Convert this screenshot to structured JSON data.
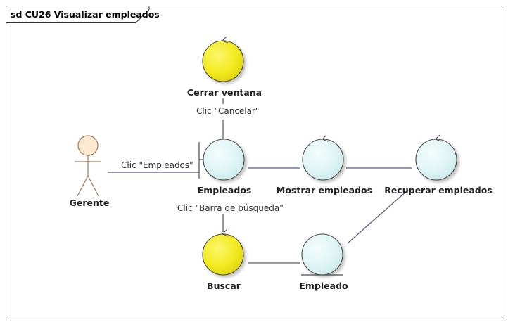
{
  "frame": {
    "title": "sd CU26 Visualizar empleados"
  },
  "actor": {
    "name": "Gerente"
  },
  "nodes": {
    "cerrar": {
      "label": "Cerrar ventana",
      "kind": "control"
    },
    "empleados": {
      "label": "Empleados",
      "kind": "boundary"
    },
    "mostrar": {
      "label": "Mostrar empleados",
      "kind": "control"
    },
    "recuperar": {
      "label": "Recuperar empleados",
      "kind": "control"
    },
    "buscar": {
      "label": "Buscar",
      "kind": "control"
    },
    "empleado": {
      "label": "Empleado",
      "kind": "entity"
    }
  },
  "edges": {
    "gerente_empleados": "Clic \"Empleados\"",
    "empleados_cerrar": "Clic \"Cancelar\"",
    "empleados_buscar": "Clic \"Barra de búsqueda\""
  },
  "colors": {
    "yellow_fill": "#f2ea1e",
    "cyan_fill": "#dff4f4",
    "actor_fill": "#fde9cf",
    "outline": "#4a4a4a"
  }
}
